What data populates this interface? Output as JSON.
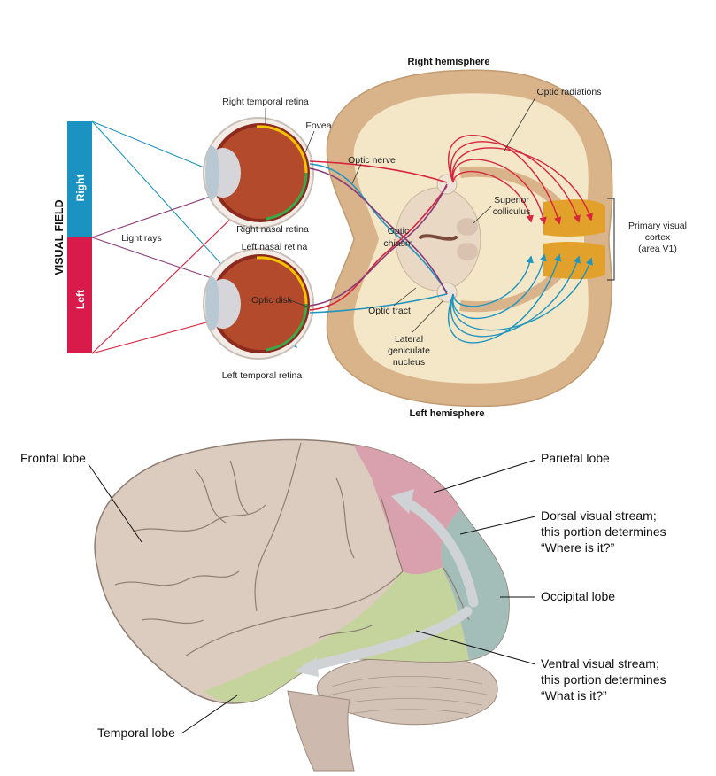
{
  "top_diagram": {
    "visual_field": {
      "title": "VISUAL FIELD",
      "right": "Right",
      "left": "Left",
      "colors": {
        "right": "#1a93c2",
        "left": "#d81b4a"
      }
    },
    "labels": {
      "right_hemisphere": "Right hemisphere",
      "left_hemisphere": "Left hemisphere",
      "right_temporal_retina": "Right temporal retina",
      "fovea": "Fovea",
      "optic_nerve": "Optic nerve",
      "optic_radiations": "Optic radiations",
      "light_rays": "Light rays",
      "right_nasal_retina": "Right nasal retina",
      "left_nasal_retina": "Left nasal retina",
      "optic_chiasm_1": "Optic",
      "optic_chiasm_2": "chiasm",
      "superior_colliculus_1": "Superior",
      "superior_colliculus_2": "colliculus",
      "optic_disk": "Optic disk",
      "optic_tract": "Optic tract",
      "lgn_1": "Lateral",
      "lgn_2": "geniculate",
      "lgn_3": "nucleus",
      "left_temporal_retina": "Left temporal retina",
      "v1_1": "Primary visual",
      "v1_2": "cortex",
      "v1_3": "(area V1)"
    }
  },
  "bottom_diagram": {
    "labels": {
      "frontal_lobe": "Frontal lobe",
      "parietal_lobe": "Parietal lobe",
      "dorsal_1": "Dorsal visual stream;",
      "dorsal_2": "this portion determines",
      "dorsal_3": "“Where is it?”",
      "occipital_lobe": "Occipital lobe",
      "ventral_1": "Ventral visual stream;",
      "ventral_2": "this portion determines",
      "ventral_3": "“What is it?”",
      "temporal_lobe": "Temporal lobe"
    },
    "colors": {
      "brain": "#dccbbf",
      "parietal": "#d9a1ad",
      "occipital": "#a3bdb8",
      "temporal": "#c5d39d"
    }
  }
}
